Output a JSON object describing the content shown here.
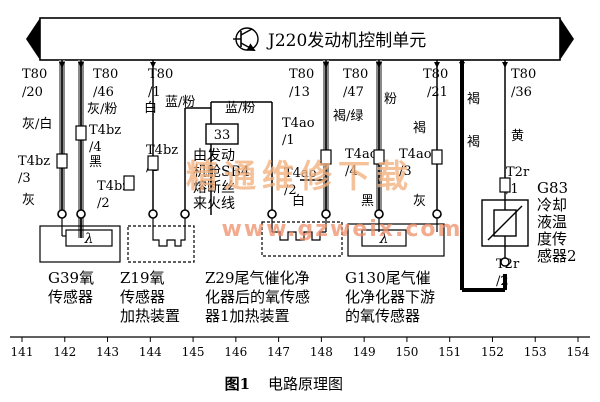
{
  "ecu": {
    "label": "J220发动机控制单元"
  },
  "pins_top": [
    {
      "connector": "T80",
      "pin": "/20"
    },
    {
      "connector": "T80",
      "pin": "/46"
    },
    {
      "connector": "T80",
      "pin": "/1"
    },
    {
      "connector": "T80",
      "pin": "/13"
    },
    {
      "connector": "T80",
      "pin": "/47"
    },
    {
      "connector": "T80",
      "pin": "/21"
    },
    {
      "connector": "T80",
      "pin": "/36"
    }
  ],
  "wire_colors": {
    "c1": "灰/白",
    "c2": "灰/粉",
    "c3": "黑",
    "c4": "灰",
    "c5": "白",
    "c6": "蓝/粉",
    "c7": "蓝/粉",
    "c8": "白",
    "c9": "褐/绿",
    "c10": "粉",
    "c11": "褐",
    "c12": "黑",
    "c13": "灰",
    "c14": "褐",
    "c15": "褐",
    "c16": "黄"
  },
  "connectors": {
    "t4bz_3": "T4bz\n/3",
    "t4bz_4": "T4bz\n/4",
    "t4bz_1": "T4bz\n/1",
    "t4bz_2": "T4bz\n/2",
    "t4ao_1": "T4ao\n/1",
    "t4ao_2": "T4ao\n/2",
    "t4ao_4": "T4ao\n/4",
    "t4ao_3": "T4ao\n/3",
    "t2r_1": "T2r\n/1",
    "t2r_2": "T2r\n/2"
  },
  "fuse": {
    "number": "33",
    "text": "由发动\n机舱SB4\n熔断丝\n来火线"
  },
  "sensor_lambda": "λ",
  "components": {
    "g39": "G39氧\n传感器",
    "z19": "Z19氧\n传感器\n加热装置",
    "z29": "Z29尾气催化净\n化器后的氧传感\n器1加热装置",
    "g130": "G130尾气催\n化净化器下游\n的氧传感器",
    "g83": "G83\n冷却\n液温\n度传\n感器2"
  },
  "scale": [
    "141",
    "142",
    "143",
    "144",
    "145",
    "146",
    "147",
    "148",
    "149",
    "150",
    "151",
    "152",
    "153",
    "154"
  ],
  "caption": {
    "fig": "图1",
    "title": "电路原理图"
  },
  "watermark": {
    "cn": "精通维修下载",
    "url": "www.gzweix.com"
  },
  "colors": {
    "wire": "#000000",
    "shield": "#888888",
    "watermark": "#f2b27f",
    "watermark_url": "#ee8f6a"
  }
}
